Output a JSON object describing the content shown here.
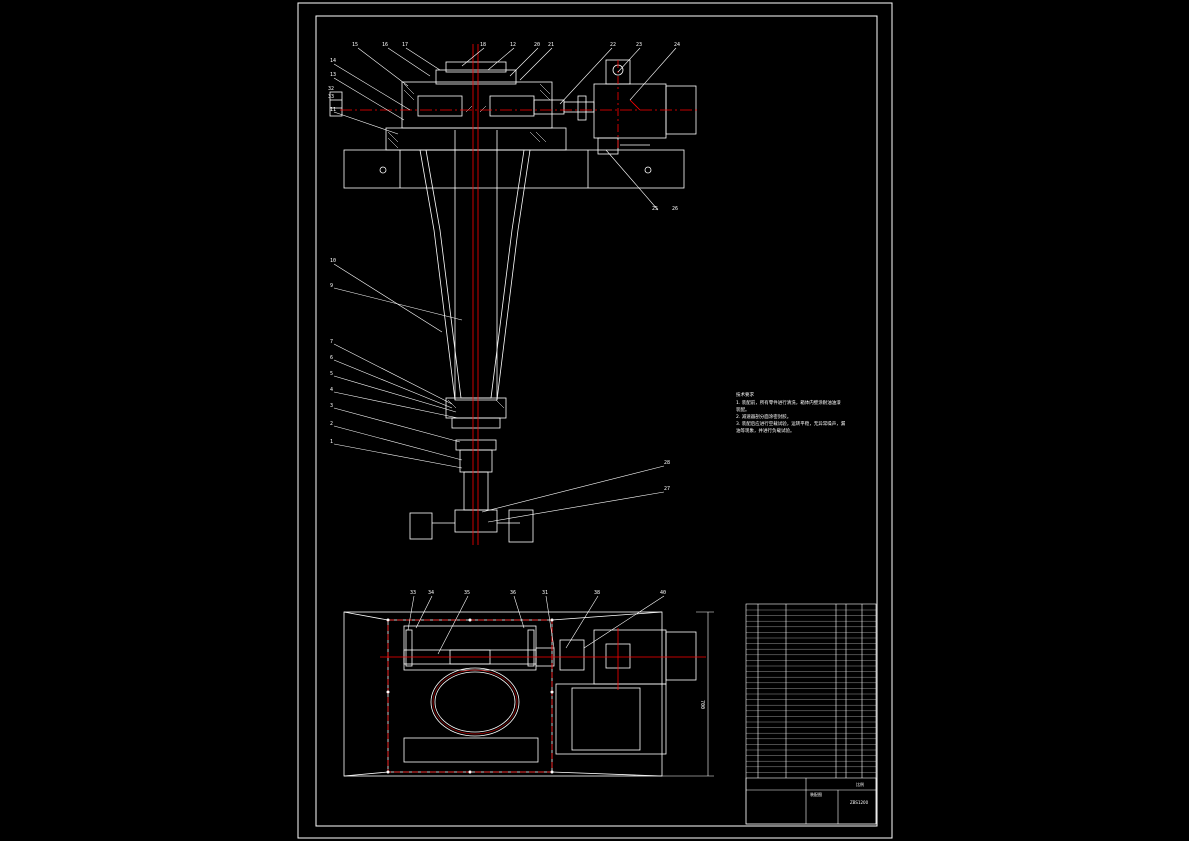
{
  "drawing": {
    "colors": {
      "background": "#000000",
      "line": "#ffffff",
      "centerline": "#ff0000"
    },
    "part_labels": [
      "15",
      "16",
      "17",
      "18",
      "12",
      "20",
      "21",
      "22",
      "23",
      "24",
      "14",
      "13",
      "32",
      "33",
      "11",
      "25",
      "26",
      "10",
      "9",
      "7",
      "6",
      "5",
      "4",
      "3",
      "2",
      "1",
      "28",
      "27",
      "33",
      "34",
      "35",
      "36",
      "31",
      "38",
      "40"
    ],
    "tech_note_title": "技术要求",
    "tech_notes": [
      "1. 装配前，所有零件进行清洗，箱体内壁涂耐油油漆",
      "   装配。",
      "2. 减速器剖分面涂密封胶。",
      "3. 装配后应进行空载试验，运转平稳，无异常噪声，漏",
      "   油等现象，并进行负载试验。"
    ],
    "dimension_700": "700",
    "title_block": {
      "drawing_no": "ZBS1200",
      "name_label": "装配图",
      "scale_label": "比例"
    }
  }
}
